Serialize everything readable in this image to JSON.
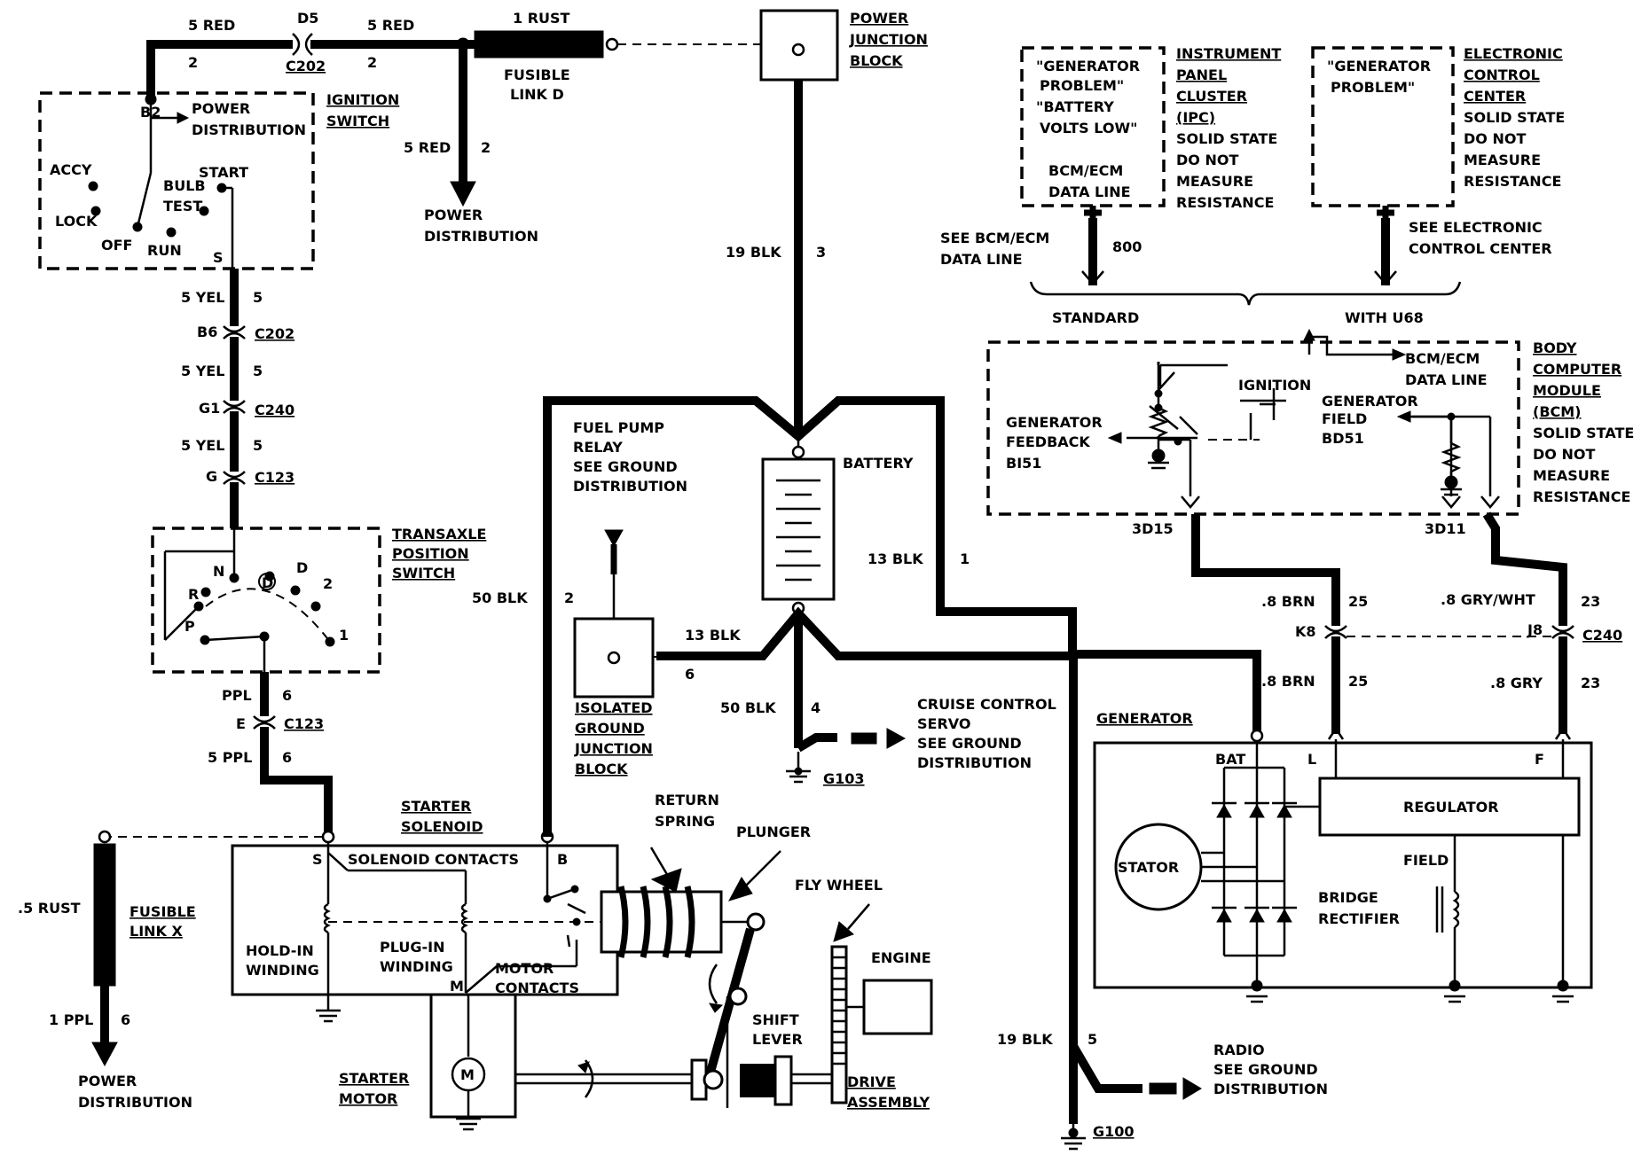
{
  "labels": {
    "red5_left": "5 RED",
    "red5_right": "5 RED",
    "d5": "D5",
    "c202_top": "C202",
    "ckt2_left": "2",
    "ckt2_right": "2",
    "rust1": "1 RUST",
    "fusible_d_1": "FUSIBLE",
    "fusible_d_2": "LINK D",
    "pjb_1": "POWER",
    "pjb_2": "JUNCTION",
    "pjb_3": "BLOCK",
    "red5_down": "5 RED",
    "ckt2_down": "2",
    "pd_1": "POWER",
    "pd_2": "DISTRIBUTION",
    "b2": "B2",
    "power_dist_1": "POWER",
    "power_dist_2": "DISTRIBUTION",
    "ign_1": "IGNITION",
    "ign_2": "SWITCH",
    "accy": "ACCY",
    "lock": "LOCK",
    "off": "OFF",
    "run": "RUN",
    "bulb": "BULB",
    "test": "TEST",
    "start": "START",
    "s_term": "S",
    "yel5_a": "5 YEL",
    "ckt5_a": "5",
    "b6": "B6",
    "c202_b": "C202",
    "yel5_b": "5 YEL",
    "ckt5_b": "5",
    "g1": "G1",
    "c240_a": "C240",
    "yel5_c": "5 YEL",
    "ckt5_c": "5",
    "g": "G",
    "c123_a": "C123",
    "tps_1": "TRANSAXLE",
    "tps_2": "POSITION",
    "tps_3": "SWITCH",
    "tps_n": "N",
    "tps_d_circle": "D",
    "tps_d": "D",
    "tps_2pos": "2",
    "tps_r": "R",
    "tps_p": "P",
    "tps_1pos": "1",
    "ppl": "PPL",
    "ckt6_a": "6",
    "e": "E",
    "c123_b": "C123",
    "ppl5": "5 PPL",
    "ckt6_b": "6",
    "rust5": ".5 RUST",
    "fusible_x_1": "FUSIBLE",
    "fusible_x_2": "LINK X",
    "ppl1": "1 PPL",
    "ckt6_c": "6",
    "pd2_1": "POWER",
    "pd2_2": "DISTRIBUTION",
    "ss_1": "STARTER",
    "ss_2": "SOLENOID",
    "s_sol": "S",
    "sol_contacts": "SOLENOID CONTACTS",
    "b_sol": "B",
    "hold_1": "HOLD-IN",
    "hold_2": "WINDING",
    "plug_1": "PLUG-IN",
    "plug_2": "WINDING",
    "m_term": "M",
    "mc_1": "MOTOR",
    "mc_2": "CONTACTS",
    "sm_1": "STARTER",
    "sm_2": "MOTOR",
    "motor_m": "M",
    "rs_1": "RETURN",
    "rs_2": "SPRING",
    "plunger": "PLUNGER",
    "flywheel": "FLY WHEEL",
    "engine": "ENGINE",
    "shift_1": "SHIFT",
    "shift_2": "LEVER",
    "drive_1": "DRIVE",
    "drive_2": "ASSEMBLY",
    "fpr_1": "FUEL PUMP",
    "fpr_2": "RELAY",
    "fpr_3": "SEE GROUND",
    "fpr_4": "DISTRIBUTION",
    "blk50_a": "50 BLK",
    "ckt2_b": "2",
    "blk13_b": "13 BLK",
    "ckt6_d": "6",
    "igjb_1": "ISOLATED",
    "igjb_2": "GROUND",
    "igjb_3": "JUNCTION",
    "igjb_4": "BLOCK",
    "blk19_a": "19 BLK",
    "ckt3": "3",
    "battery": "BATTERY",
    "blk13_a": "13 BLK",
    "ckt1": "1",
    "blk50_b": "50 BLK",
    "ckt4": "4",
    "g103": "G103",
    "ccs_1": "CRUISE CONTROL",
    "ccs_2": "SERVO",
    "ccs_3": "SEE GROUND",
    "ccs_4": "DISTRIBUTION",
    "blk19_b": "19 BLK",
    "ckt5_d": "5",
    "g100": "G100",
    "radio_1": "RADIO",
    "radio_2": "SEE GROUND",
    "radio_3": "DISTRIBUTION",
    "ipc_box_1": "\"GENERATOR",
    "ipc_box_2": "PROBLEM\"",
    "ipc_box_3": "\"BATTERY",
    "ipc_box_4": "VOLTS LOW\"",
    "ipc_box_5": "BCM/ECM",
    "ipc_box_6": "DATA LINE",
    "ipc_1": "INSTRUMENT",
    "ipc_2": "PANEL",
    "ipc_3": "CLUSTER",
    "ipc_4": "(IPC)",
    "ipc_5": "SOLID STATE",
    "ipc_6": "DO NOT",
    "ipc_7": "MEASURE",
    "ipc_8": "RESISTANCE",
    "ecc_box_1": "\"GENERATOR",
    "ecc_box_2": "PROBLEM\"",
    "ecc_1": "ELECTRONIC",
    "ecc_2": "CONTROL",
    "ecc_3": "CENTER",
    "ecc_4": "SOLID STATE",
    "ecc_5": "DO NOT",
    "ecc_6": "MEASURE",
    "ecc_7": "RESISTANCE",
    "see_bcm_1": "SEE BCM/ECM",
    "see_bcm_2": "DATA LINE",
    "c800": "800",
    "see_ecc_1": "SEE ELECTRONIC",
    "see_ecc_2": "CONTROL CENTER",
    "standard": "STANDARD",
    "with_u68": "WITH U68",
    "bcm_dl_1": "BCM/ECM",
    "bcm_dl_2": "DATA LINE",
    "ignition": "IGNITION",
    "gen_fb_1": "GENERATOR",
    "gen_fb_2": "FEEDBACK",
    "gen_fb_3": "BI51",
    "gen_fd_1": "GENERATOR",
    "gen_fd_2": "FIELD",
    "gen_fd_3": "BD51",
    "bcm_1": "BODY",
    "bcm_2": "COMPUTER",
    "bcm_3": "MODULE",
    "bcm_4": "(BCM)",
    "bcm_5": "SOLID STATE",
    "bcm_6": "DO NOT",
    "bcm_7": "MEASURE",
    "bcm_8": "RESISTANCE",
    "d15": "3D15",
    "d11": "3D11",
    "brn8_a": ".8 BRN",
    "ckt25_a": "25",
    "gw8": ".8 GRY/WHT",
    "ckt23_a": "23",
    "k8": "K8",
    "j8": "J8",
    "c240_b": "C240",
    "brn8_b": ".8 BRN",
    "ckt25_b": "25",
    "gry8": ".8 GRY",
    "ckt23_b": "23",
    "generator": "GENERATOR",
    "bat": "BAT",
    "l_term": "L",
    "f_term": "F",
    "regulator": "REGULATOR",
    "stator": "STATOR",
    "field": "FIELD",
    "bridge_1": "BRIDGE",
    "bridge_2": "RECTIFIER"
  }
}
